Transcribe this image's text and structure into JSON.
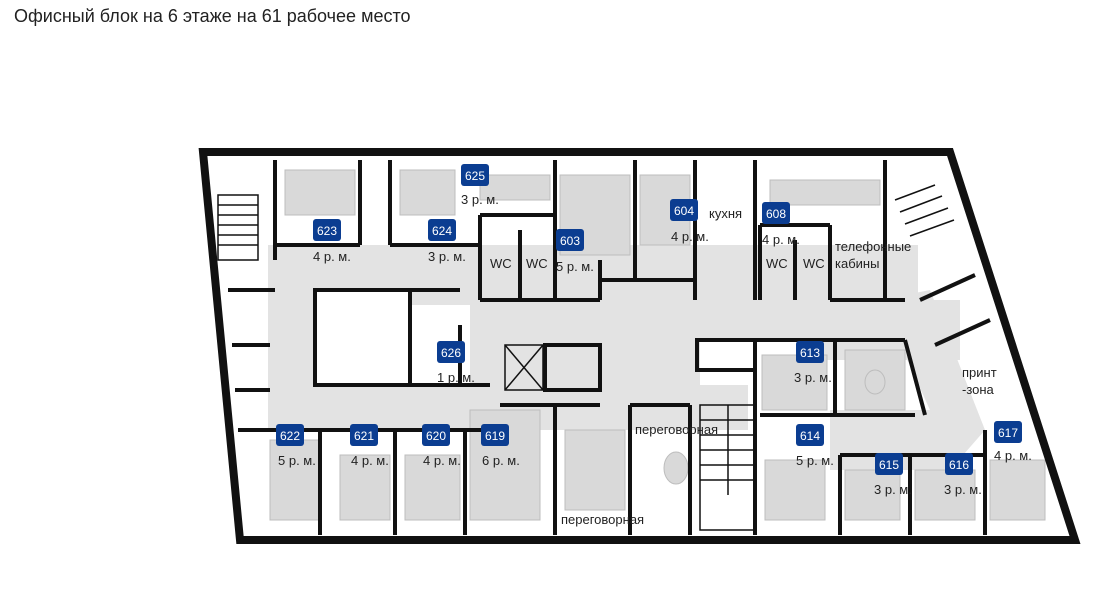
{
  "title": "Офисный блок на 6 этаже на 61 рабочее место",
  "colors": {
    "wall": "#111111",
    "room": "#ffffff",
    "corridor": "#e3e3e3",
    "badge": "#0b3d91",
    "furniture": "#b8b8b8"
  },
  "rooms": [
    {
      "id": "r623",
      "badge": "623",
      "label": "4 р. м."
    },
    {
      "id": "r624",
      "badge": "624",
      "label": "3 р. м."
    },
    {
      "id": "r625",
      "badge": "625",
      "label": "3 р. м."
    },
    {
      "id": "r603",
      "badge": "603",
      "label": "5 р. м."
    },
    {
      "id": "r604",
      "badge": "604",
      "label": "4 р. м."
    },
    {
      "id": "r608",
      "badge": "608",
      "label": "4 р. м."
    },
    {
      "id": "r626",
      "badge": "626",
      "label": "1 р. м."
    },
    {
      "id": "r613",
      "badge": "613",
      "label": "3 р. м."
    },
    {
      "id": "r622",
      "badge": "622",
      "label": "5 р. м."
    },
    {
      "id": "r621",
      "badge": "621",
      "label": "4 р. м."
    },
    {
      "id": "r620",
      "badge": "620",
      "label": "4 р. м."
    },
    {
      "id": "r619",
      "badge": "619",
      "label": "6 р. м."
    },
    {
      "id": "r614",
      "badge": "614",
      "label": "5 р. м."
    },
    {
      "id": "r615",
      "badge": "615",
      "label": "3 р. м."
    },
    {
      "id": "r616",
      "badge": "616",
      "label": "3 р. м."
    },
    {
      "id": "r617",
      "badge": "617",
      "label": "4 р. м."
    }
  ],
  "labels": {
    "wc1": "WC",
    "wc2": "WC",
    "wc3": "WC",
    "wc4": "WC",
    "kitchen": "кухня",
    "phone1": "телефонные",
    "phone2": "кабины",
    "print1": "принт",
    "print2": "-зона",
    "meeting_top": "переговорная",
    "meeting_bottom": "переговорная"
  }
}
